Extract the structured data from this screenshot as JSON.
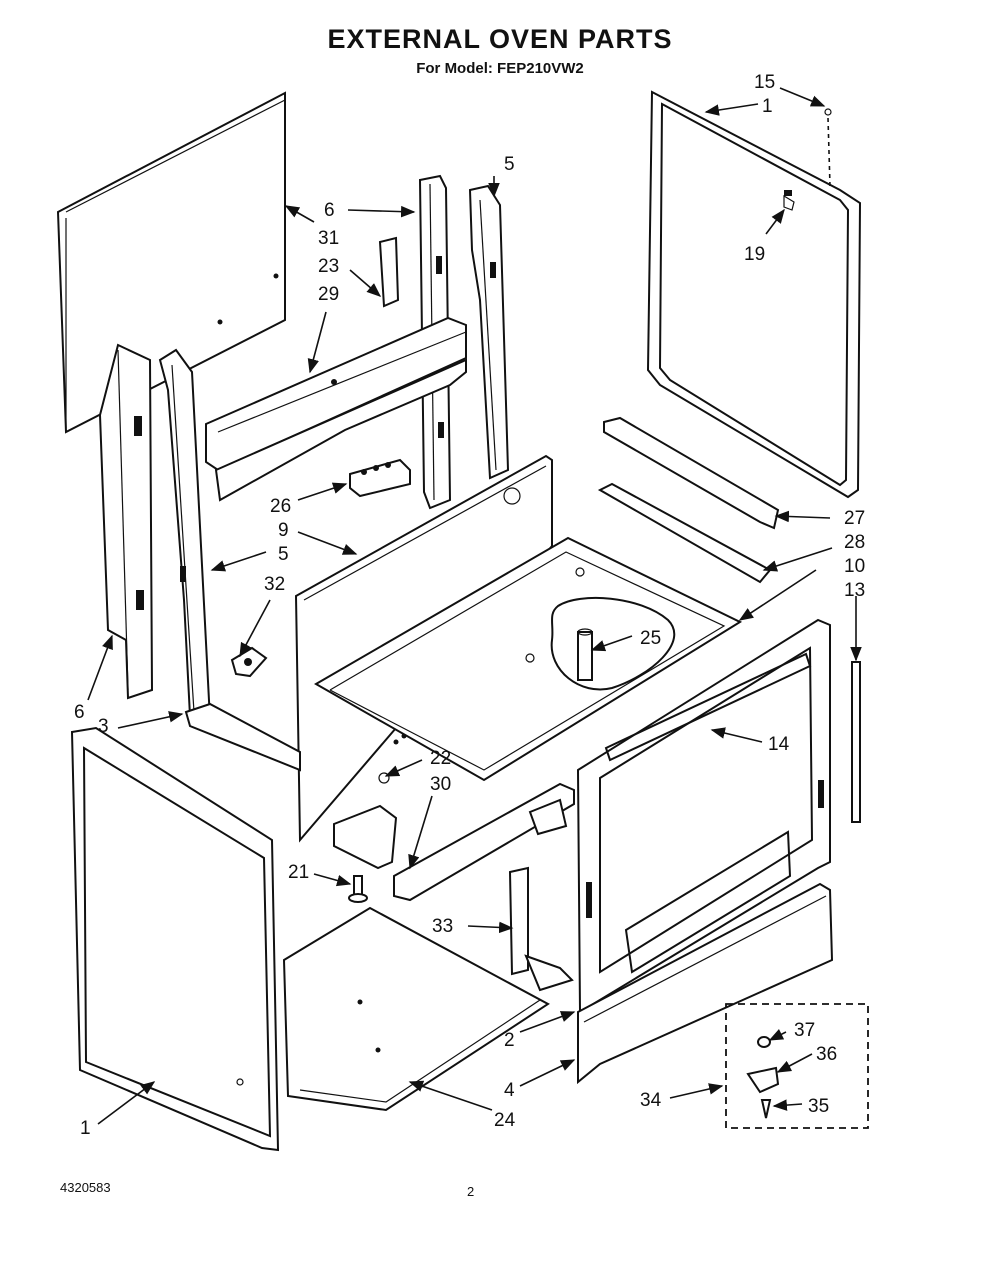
{
  "header": {
    "title": "EXTERNAL OVEN  PARTS",
    "model_line": "For Model: FEP210VW2"
  },
  "footer": {
    "doc_number": "4320583",
    "page_number": "2"
  },
  "callouts": [
    {
      "id": "c15",
      "label": "15"
    },
    {
      "id": "c1top",
      "label": "1"
    },
    {
      "id": "c5top",
      "label": "5"
    },
    {
      "id": "c6top",
      "label": "6"
    },
    {
      "id": "c31",
      "label": "31"
    },
    {
      "id": "c23",
      "label": "23"
    },
    {
      "id": "c29",
      "label": "29"
    },
    {
      "id": "c19",
      "label": "19"
    },
    {
      "id": "c26",
      "label": "26"
    },
    {
      "id": "c9",
      "label": "9"
    },
    {
      "id": "c5mid",
      "label": "5"
    },
    {
      "id": "c32",
      "label": "32"
    },
    {
      "id": "c27",
      "label": "27"
    },
    {
      "id": "c28",
      "label": "28"
    },
    {
      "id": "c10",
      "label": "10"
    },
    {
      "id": "c13",
      "label": "13"
    },
    {
      "id": "c25",
      "label": "25"
    },
    {
      "id": "c6low",
      "label": "6"
    },
    {
      "id": "c3",
      "label": "3"
    },
    {
      "id": "c14",
      "label": "14"
    },
    {
      "id": "c22",
      "label": "22"
    },
    {
      "id": "c30",
      "label": "30"
    },
    {
      "id": "c21",
      "label": "21"
    },
    {
      "id": "c33",
      "label": "33"
    },
    {
      "id": "c2",
      "label": "2"
    },
    {
      "id": "c37",
      "label": "37"
    },
    {
      "id": "c36",
      "label": "36"
    },
    {
      "id": "c4",
      "label": "4"
    },
    {
      "id": "c34",
      "label": "34"
    },
    {
      "id": "c35",
      "label": "35"
    },
    {
      "id": "c1low",
      "label": "1"
    },
    {
      "id": "c24",
      "label": "24"
    }
  ]
}
